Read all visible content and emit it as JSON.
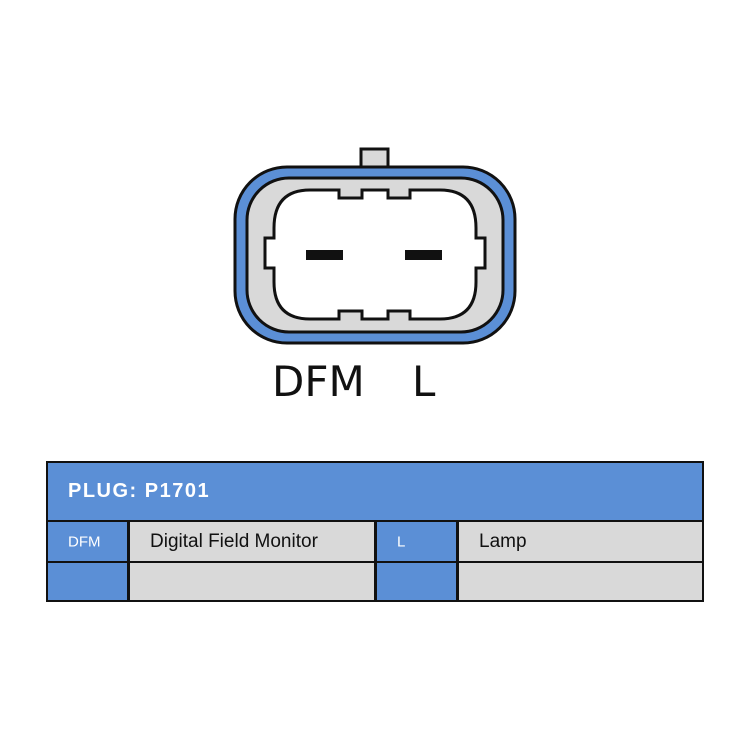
{
  "connector": {
    "pins": [
      "DFM",
      "L"
    ],
    "colors": {
      "outline": "#5b8fd6",
      "body": "#d9d9d9",
      "socket": "#ffffff",
      "stroke": "#111111"
    }
  },
  "table": {
    "header": "PLUG: P1701",
    "rows": [
      {
        "pin1": "DFM",
        "desc1": "Digital Field Monitor",
        "pin2": "L",
        "desc2": "Lamp"
      },
      {
        "pin1": "",
        "desc1": "",
        "pin2": "",
        "desc2": ""
      }
    ],
    "colors": {
      "header": "#5b8fd6",
      "pin_cell": "#5b8fd6",
      "desc_cell": "#d9d9d9"
    }
  }
}
